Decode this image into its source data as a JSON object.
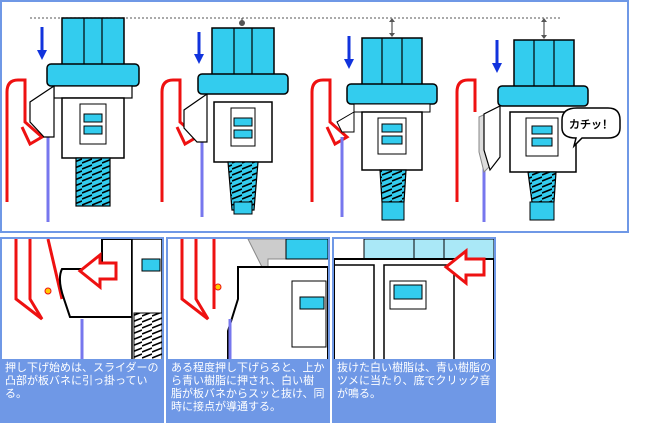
{
  "click_label": "カチッ！",
  "captions": [
    "押し下げ始めは、スライダーの凸部が板バネに引っ掛っている。",
    "ある程度押し下げらると、上から青い樹脂に押され、白い樹脂が板バネからスッと抜け、同時に接点が導通する。",
    "抜けた白い樹脂は、青い樹脂のツメに当たり、底でクリック音が鳴る。"
  ],
  "colors": {
    "frame_border": "#6f98e6",
    "caption_bg": "#6f98e6",
    "slider_blue": "#33ccee",
    "spring_red": "#ee1111",
    "arrow_blue": "#1133dd",
    "contact_line": "#7777ee"
  }
}
